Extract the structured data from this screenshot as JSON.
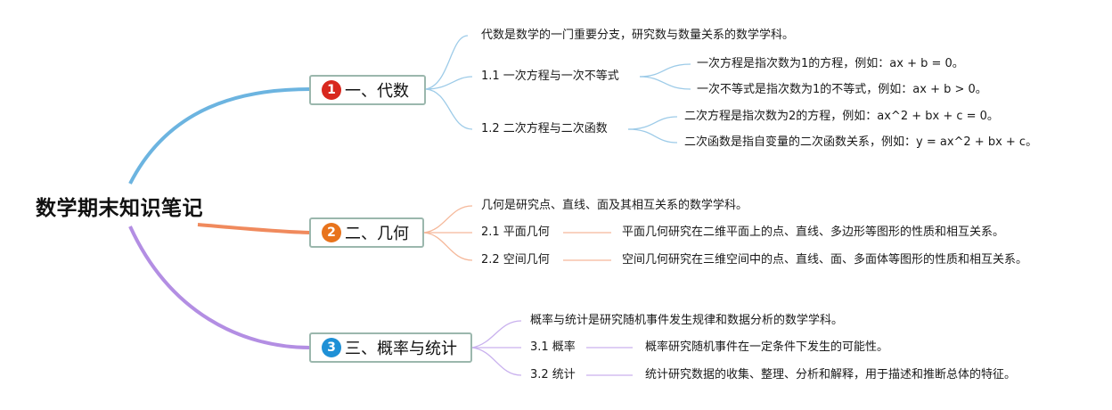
{
  "root": {
    "title": "数学期末知识笔记"
  },
  "colors": {
    "algebra": "#6cb4e0",
    "geometry": "#f08a5d",
    "probability": "#b38ee3",
    "badge1": "#d8281e",
    "badge2": "#e8731c",
    "badge3": "#1e90d6",
    "node_border": "#9bb7ad"
  },
  "branches": [
    {
      "number": "1",
      "label": "一、代数",
      "intro": "代数是数学的一门重要分支，研究数与数量关系的数学学科。",
      "subs": [
        {
          "label": "1.1 一次方程与一次不等式",
          "details": [
            "一次方程是指次数为1的方程，例如：ax + b = 0。",
            "一次不等式是指次数为1的不等式，例如：ax + b > 0。"
          ]
        },
        {
          "label": "1.2 二次方程与二次函数",
          "details": [
            "二次方程是指次数为2的方程，例如：ax^2 + bx + c = 0。",
            "二次函数是指自变量的二次函数关系，例如：y = ax^2 + bx + c。"
          ]
        }
      ]
    },
    {
      "number": "2",
      "label": "二、几何",
      "intro": "几何是研究点、直线、面及其相互关系的数学学科。",
      "subs": [
        {
          "label": "2.1 平面几何",
          "details": [
            "平面几何研究在二维平面上的点、直线、多边形等图形的性质和相互关系。"
          ]
        },
        {
          "label": "2.2 空间几何",
          "details": [
            "空间几何研究在三维空间中的点、直线、面、多面体等图形的性质和相互关系。"
          ]
        }
      ]
    },
    {
      "number": "3",
      "label": "三、概率与统计",
      "intro": "概率与统计是研究随机事件发生规律和数据分析的数学学科。",
      "subs": [
        {
          "label": "3.1 概率",
          "details": [
            "概率研究随机事件在一定条件下发生的可能性。"
          ]
        },
        {
          "label": "3.2 统计",
          "details": [
            "统计研究数据的收集、整理、分析和解释，用于描述和推断总体的特征。"
          ]
        }
      ]
    }
  ]
}
